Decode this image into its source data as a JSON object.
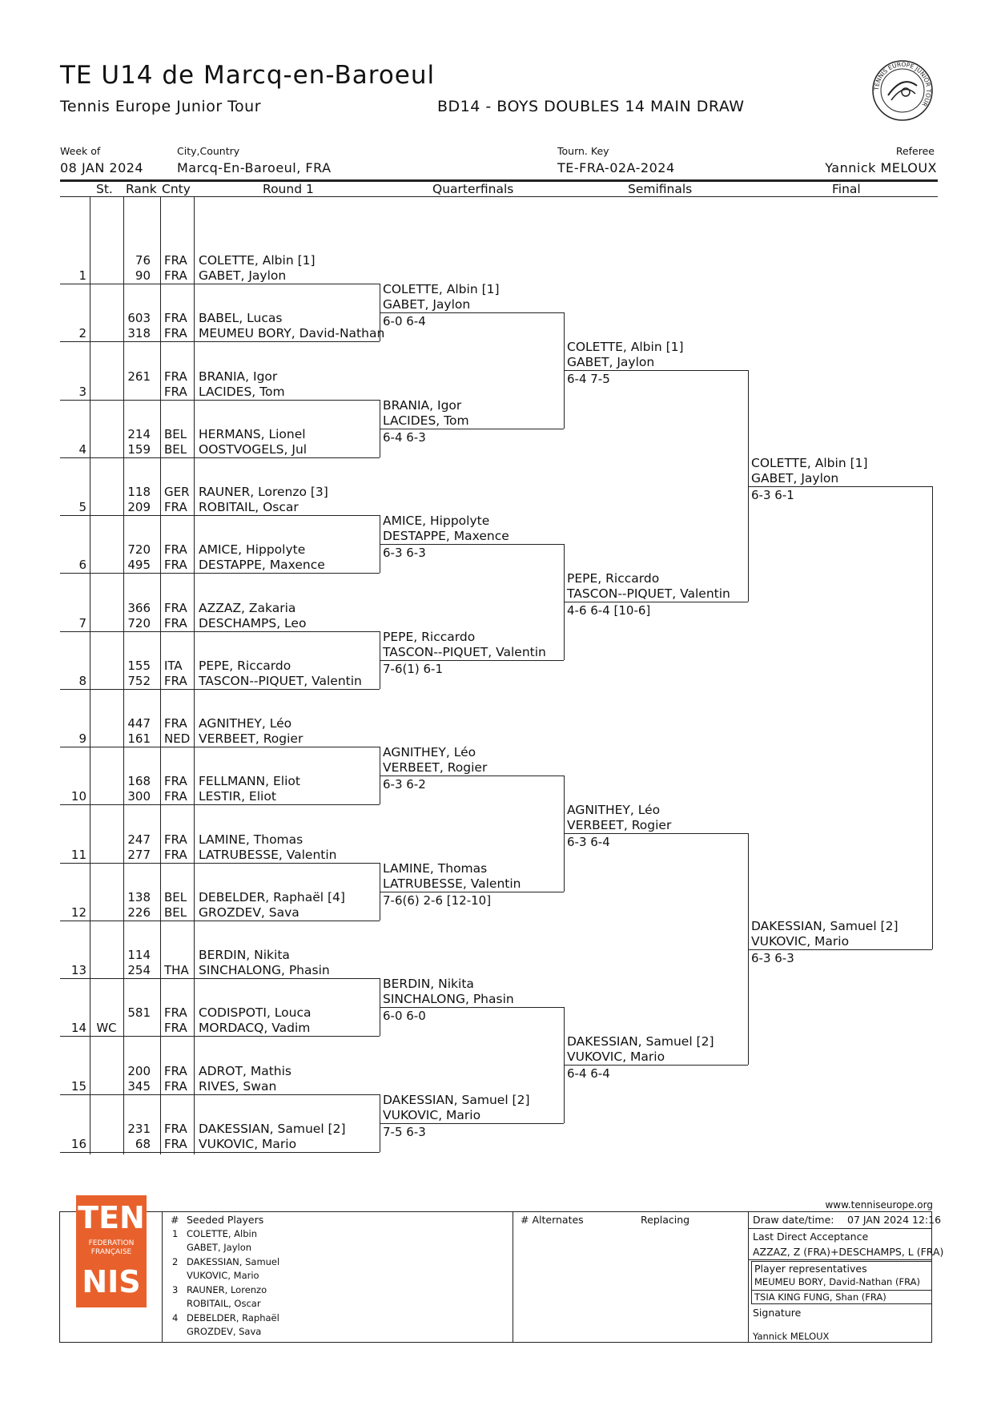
{
  "header": {
    "title": "TE U14 de Marcq-en-Baroeul",
    "tour": "Tennis Europe Junior Tour",
    "draw_name": "BD14 - BOYS DOUBLES 14 MAIN DRAW",
    "week_label": "Week of",
    "week_value": "08 JAN 2024",
    "city_label": "City,Country",
    "city_value": "Marcq-En-Baroeul, FRA",
    "key_label": "Tourn. Key",
    "key_value": "TE-FRA-02A-2024",
    "referee_label": "Referee",
    "referee_value": "Yannick MELOUX",
    "badge": "TENNIS EUROPE JUNIOR TOUR"
  },
  "columns": {
    "st": "St.",
    "rank": "Rank",
    "cnty": "Cnty",
    "r1": "Round 1",
    "qf": "Quarterfinals",
    "sf": "Semifinals",
    "f": "Final"
  },
  "draw": [
    {
      "pos": "1",
      "st": "",
      "r1": "76",
      "c1": "FRA",
      "p1": "COLETTE, Albin [1]",
      "r2": "90",
      "c2": "FRA",
      "p2": "GABET, Jaylon"
    },
    {
      "pos": "2",
      "st": "",
      "r1": "603",
      "c1": "FRA",
      "p1": "BABEL, Lucas",
      "r2": "318",
      "c2": "FRA",
      "p2": "MEUMEU BORY, David-Nathan"
    },
    {
      "pos": "3",
      "st": "",
      "r1": "261",
      "c1": "FRA",
      "p1": "BRANIA, Igor",
      "r2": "",
      "c2": "FRA",
      "p2": "LACIDES, Tom"
    },
    {
      "pos": "4",
      "st": "",
      "r1": "214",
      "c1": "BEL",
      "p1": "HERMANS, Lionel",
      "r2": "159",
      "c2": "BEL",
      "p2": "OOSTVOGELS, Jul"
    },
    {
      "pos": "5",
      "st": "",
      "r1": "118",
      "c1": "GER",
      "p1": "RAUNER, Lorenzo [3]",
      "r2": "209",
      "c2": "FRA",
      "p2": "ROBITAIL, Oscar"
    },
    {
      "pos": "6",
      "st": "",
      "r1": "720",
      "c1": "FRA",
      "p1": "AMICE, Hippolyte",
      "r2": "495",
      "c2": "FRA",
      "p2": "DESTAPPE, Maxence"
    },
    {
      "pos": "7",
      "st": "",
      "r1": "366",
      "c1": "FRA",
      "p1": "AZZAZ, Zakaria",
      "r2": "720",
      "c2": "FRA",
      "p2": "DESCHAMPS, Leo"
    },
    {
      "pos": "8",
      "st": "",
      "r1": "155",
      "c1": "ITA",
      "p1": "PEPE, Riccardo",
      "r2": "752",
      "c2": "FRA",
      "p2": "TASCON--PIQUET, Valentin"
    },
    {
      "pos": "9",
      "st": "",
      "r1": "447",
      "c1": "FRA",
      "p1": "AGNITHEY, Léo",
      "r2": "161",
      "c2": "NED",
      "p2": "VERBEET, Rogier"
    },
    {
      "pos": "10",
      "st": "",
      "r1": "168",
      "c1": "FRA",
      "p1": "FELLMANN, Eliot",
      "r2": "300",
      "c2": "FRA",
      "p2": "LESTIR, Eliot"
    },
    {
      "pos": "11",
      "st": "",
      "r1": "247",
      "c1": "FRA",
      "p1": "LAMINE, Thomas",
      "r2": "277",
      "c2": "FRA",
      "p2": "LATRUBESSE, Valentin"
    },
    {
      "pos": "12",
      "st": "",
      "r1": "138",
      "c1": "BEL",
      "p1": "DEBELDER, Raphaël [4]",
      "r2": "226",
      "c2": "BEL",
      "p2": "GROZDEV, Sava"
    },
    {
      "pos": "13",
      "st": "",
      "r1": "114",
      "c1": "",
      "p1": "BERDIN, Nikita",
      "r2": "254",
      "c2": "THA",
      "p2": "SINCHALONG, Phasin"
    },
    {
      "pos": "14",
      "st": "WC",
      "r1": "581",
      "c1": "FRA",
      "p1": "CODISPOTI, Louca",
      "r2": "",
      "c2": "FRA",
      "p2": "MORDACQ, Vadim"
    },
    {
      "pos": "15",
      "st": "",
      "r1": "200",
      "c1": "FRA",
      "p1": "ADROT, Mathis",
      "r2": "345",
      "c2": "FRA",
      "p2": "RIVES, Swan"
    },
    {
      "pos": "16",
      "st": "",
      "r1": "231",
      "c1": "FRA",
      "p1": "DAKESSIAN, Samuel [2]",
      "r2": "68",
      "c2": "FRA",
      "p2": "VUKOVIC, Mario"
    }
  ],
  "quarterfinals": [
    {
      "p1": "COLETTE, Albin [1]",
      "p2": "GABET, Jaylon",
      "score": "6-0 6-4"
    },
    {
      "p1": "BRANIA, Igor",
      "p2": "LACIDES, Tom",
      "score": "6-4 6-3"
    },
    {
      "p1": "AMICE, Hippolyte",
      "p2": "DESTAPPE, Maxence",
      "score": "6-3 6-3"
    },
    {
      "p1": "PEPE, Riccardo",
      "p2": "TASCON--PIQUET, Valentin",
      "score": "7-6(1) 6-1"
    },
    {
      "p1": "AGNITHEY, Léo",
      "p2": "VERBEET, Rogier",
      "score": "6-3 6-2"
    },
    {
      "p1": "LAMINE, Thomas",
      "p2": "LATRUBESSE, Valentin",
      "score": "7-6(6) 2-6 [12-10]"
    },
    {
      "p1": "BERDIN, Nikita",
      "p2": "SINCHALONG, Phasin",
      "score": "6-0 6-0"
    },
    {
      "p1": "DAKESSIAN, Samuel [2]",
      "p2": "VUKOVIC, Mario",
      "score": "7-5 6-3"
    }
  ],
  "semifinals": [
    {
      "p1": "COLETTE, Albin [1]",
      "p2": "GABET, Jaylon",
      "score": "6-4 7-5"
    },
    {
      "p1": "PEPE, Riccardo",
      "p2": "TASCON--PIQUET, Valentin",
      "score": "4-6 6-4 [10-6]"
    },
    {
      "p1": "AGNITHEY, Léo",
      "p2": "VERBEET, Rogier",
      "score": "6-3 6-4"
    },
    {
      "p1": "DAKESSIAN, Samuel [2]",
      "p2": "VUKOVIC, Mario",
      "score": "6-4 6-4"
    }
  ],
  "final": [
    {
      "p1": "COLETTE, Albin [1]",
      "p2": "GABET, Jaylon",
      "score": "6-3 6-1"
    },
    {
      "p1": "DAKESSIAN, Samuel [2]",
      "p2": "VUKOVIC, Mario",
      "score": "6-3 6-3"
    }
  ],
  "footer": {
    "website": "www.tenniseurope.org",
    "logo_top": "TEN",
    "logo_mid1": "FEDERATION",
    "logo_mid2": "FRANÇAISE",
    "logo_bottom": "NIS",
    "seeded_hash": "#",
    "seeded_title": "Seeded Players",
    "seeds": [
      {
        "num": "1",
        "p1": "COLETTE, Albin",
        "p2": "GABET, Jaylon"
      },
      {
        "num": "2",
        "p1": "DAKESSIAN, Samuel",
        "p2": "VUKOVIC, Mario"
      },
      {
        "num": "3",
        "p1": "RAUNER, Lorenzo",
        "p2": "ROBITAIL, Oscar"
      },
      {
        "num": "4",
        "p1": "DEBELDER, Raphaël",
        "p2": "GROZDEV, Sava"
      }
    ],
    "alternates_title": "# Alternates",
    "replacing_title": "Replacing",
    "draw_date_label": "Draw date/time:",
    "draw_date_value": "07 JAN 2024 12:16",
    "lda_label": "Last Direct Acceptance",
    "lda_value": "AZZAZ, Z (FRA)+DESCHAMPS, L (FRA)",
    "reps_label": "Player representatives",
    "reps": [
      "MEUMEU BORY, David-Nathan (FRA)",
      "TSIA KING FUNG, Shan (FRA)"
    ],
    "signature_label": "Signature",
    "signature_value": "Yannick MELOUX"
  },
  "colors": {
    "lines": "#222222",
    "logo": "#e8612c"
  }
}
